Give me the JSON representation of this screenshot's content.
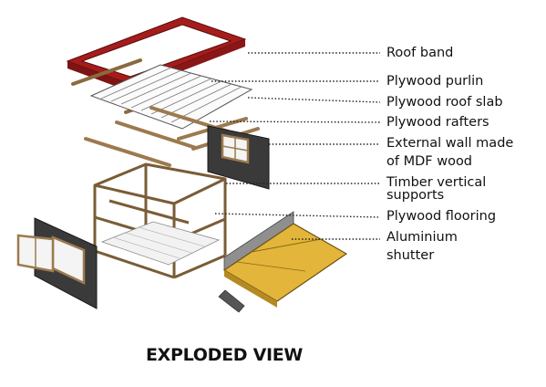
{
  "diagram": {
    "title": "EXPLODED VIEW",
    "labels": [
      "Roof band",
      "Plywood purlin",
      "Plywood roof slab",
      "Plywood rafters",
      "External wall made",
      "of MDF wood",
      "Timber vertical",
      "supports",
      "Plywood flooring",
      "Aluminium",
      "shutter"
    ],
    "colors": {
      "roof_band": "#a51c1c",
      "timber": "#9c7a4e",
      "mdf_panel": "#3a3a3a",
      "shutter": "#e3b53a",
      "leader_line": "#222222"
    }
  }
}
